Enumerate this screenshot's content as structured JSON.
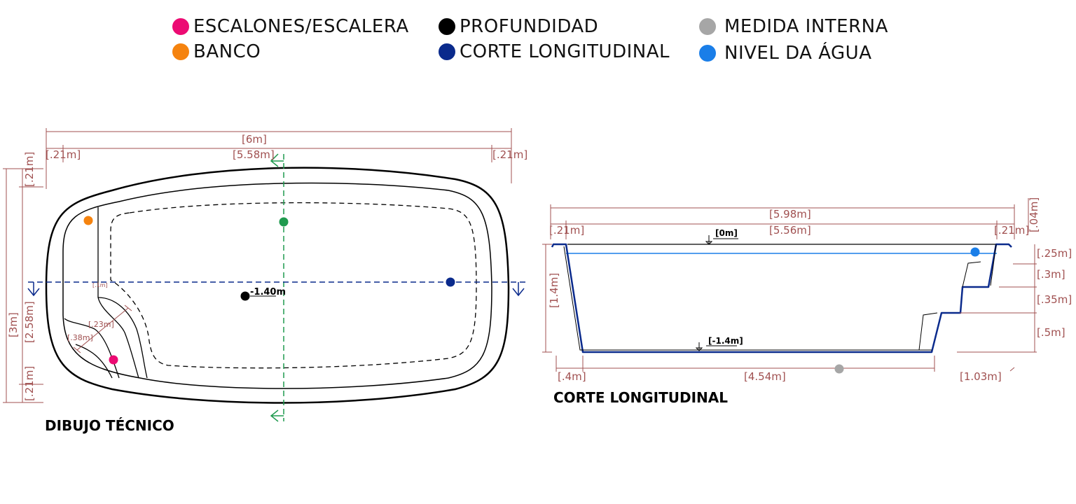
{
  "colors": {
    "stairs": "#ec0b73",
    "depth": "#000000",
    "internal_measure": "#a6a6a6",
    "bench": "#f5830f",
    "section": "#0a2a8c",
    "water_level": "#1a7ee8",
    "dimension": "#a05050",
    "cut_line": "#1f9a4e"
  },
  "legend": [
    {
      "label": "ESCALONES/ESCALERA",
      "color": "#ec0b73"
    },
    {
      "label": "PROFUNDIDAD",
      "color": "#000000"
    },
    {
      "label": "MEDIDA INTERNA",
      "color": "#a6a6a6"
    },
    {
      "label": "BANCO",
      "color": "#f5830f"
    },
    {
      "label": "CORTE LONGITUDINAL",
      "color": "#0a2a8c"
    },
    {
      "label": "NIVEL DA ÁGUA",
      "color": "#1a7ee8"
    }
  ],
  "plan": {
    "title": "DIBUJO TÉCNICO",
    "dims": {
      "total_length": "[6m]",
      "inner_length": "[5.58m]",
      "rim_left": "[.21m]",
      "rim_right": "[.21m]",
      "total_width": "[3m]",
      "inner_width": "[2.58m]",
      "rim_top": "[.21m]",
      "rim_bottom": "[.21m]",
      "step_a": "[.23m]",
      "step_b": "[.38m]",
      "step_c": "[.1m]"
    },
    "depth_label": "-1.40m"
  },
  "section": {
    "title": "CORTE LONGITUDINAL",
    "dims": {
      "total_length": "[5.98m]",
      "inner_length": "[5.56m]",
      "rim_left": "[.21m]",
      "rim_right": "[.21m]",
      "lip": "[.04m]",
      "depth": "[1.4m]",
      "step1": "[.25m]",
      "step2": "[.3m]",
      "step3": "[.35m]",
      "step4": "[.5m]",
      "bottom_left": "[.4m]",
      "bottom_floor": "[4.54m]",
      "bottom_right": "[1.03m]"
    },
    "level_top": "[0m]",
    "level_bottom": "[-1.4m]"
  }
}
